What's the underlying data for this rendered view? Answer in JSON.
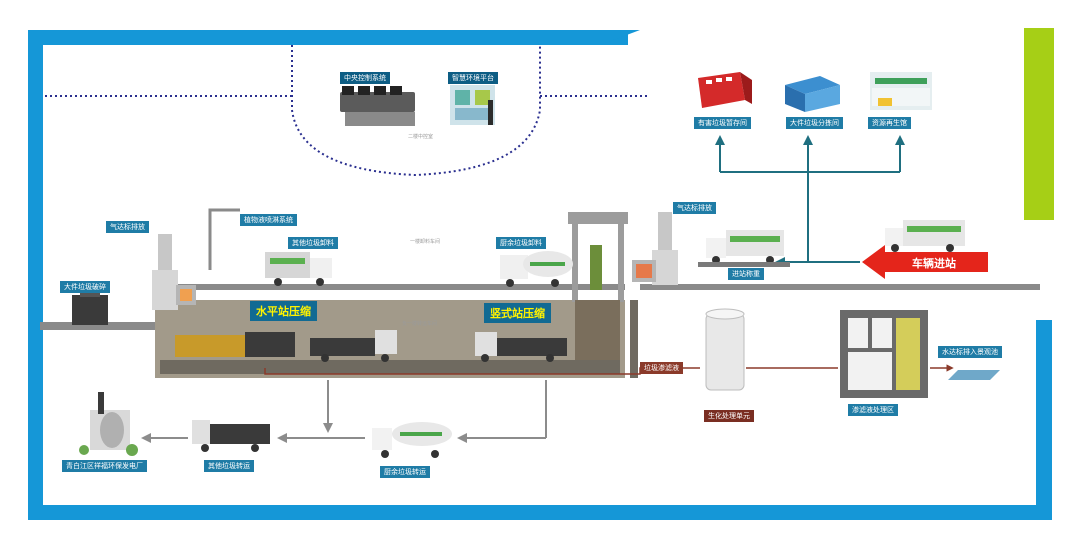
{
  "control_room": {
    "central_control": "中央控制系统",
    "smart_platform": "智慧环境平台",
    "floor_note": "二楼中控室"
  },
  "top_right": {
    "hazardous_storage": "有害垃圾暂存间",
    "bulky_sorting": "大件垃圾分拣间",
    "recycling_hall": "资源再生馆"
  },
  "upper_floor": {
    "deodorize_left": "气达标排放",
    "deodorize_right": "气达标排放",
    "plant_spray": "植物液喷淋系统",
    "other_unload": "其他垃圾卸料",
    "kitchen_unload": "厨余垃圾卸料",
    "floor1_note": "一楼卸料车间",
    "entry_weigh": "进站称重",
    "vehicle_entry": "车辆进站",
    "bulky_crush": "大件垃圾破碎"
  },
  "lower_floor": {
    "horizontal": "水平站压缩",
    "vertical": "竖式站压缩",
    "basement_note": "负一楼转运车间",
    "leachate": "垃圾渗滤液",
    "biochem": "生化处理单元",
    "leachate_zone": "渗滤液处理区",
    "water_discharge": "水达标排入景观池"
  },
  "transport": {
    "power_plant": "青白江区祥福环保发电厂",
    "other_transport": "其他垃圾转运",
    "kitchen_transport": "厨余垃圾转运"
  },
  "colors": {
    "frame_blue": "#1597d7",
    "accent_green": "#a6cf16",
    "teal_arrow": "#1f6f80",
    "red_arrow": "#e4251b",
    "leachate_line": "#8b3a2a"
  }
}
